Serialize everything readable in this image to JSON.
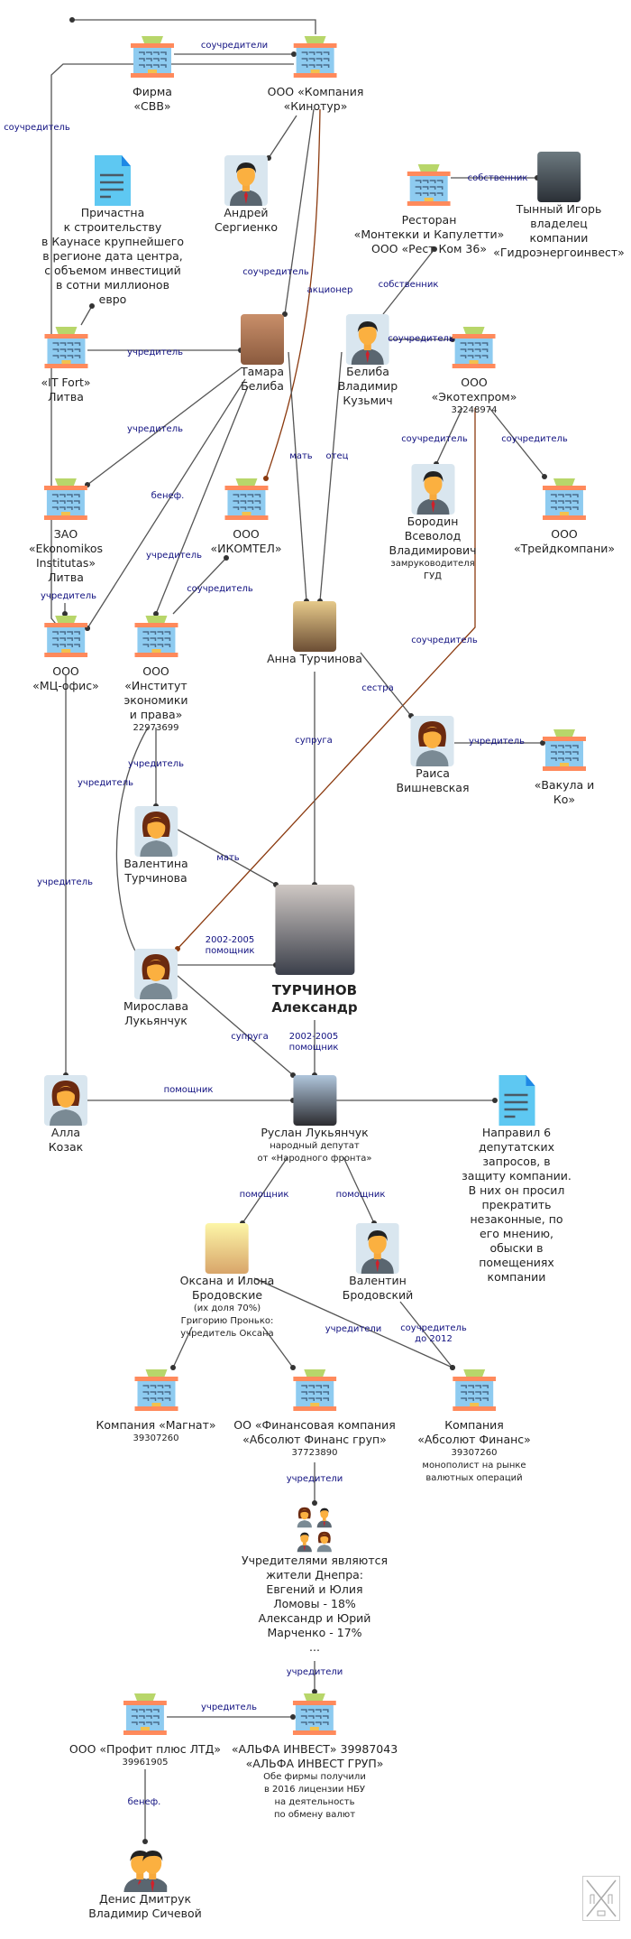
{
  "nodes": {
    "svv": {
      "type": "company",
      "label": "Фирма\n«СВВ»"
    },
    "kinotur": {
      "type": "company",
      "label": "ООО «Компания\n«Кинотур»"
    },
    "sergienko": {
      "type": "person-male",
      "label": "Андрей\nСергиенко"
    },
    "kaunas_note": {
      "type": "document",
      "label": "Причастна\nк строительству\nв Каунасе крупнейшего\nв регионе дата центра,\nс объемом инвестиций\nв сотни миллионов\nевро"
    },
    "restoran": {
      "type": "company",
      "label": "Ресторан\n«Монтекки и Капулетти»\nООО «Рест Ком 36»"
    },
    "tynny": {
      "type": "photo",
      "label": "Тынный Игорь\nвладелец\nкомпании\n«Гидроэнергоинвест»"
    },
    "itfort": {
      "type": "company",
      "label": "«IT Fort»\nЛитва"
    },
    "tamara": {
      "type": "photo",
      "label": "Тамара\nБелиба"
    },
    "vladimir_beliba": {
      "type": "person-male",
      "label": "Белиба\nВладимир\nКузьмич"
    },
    "ekotehprom": {
      "type": "company",
      "label": "ООО\n«Экотехпром»",
      "sub": "32248974"
    },
    "ekonomikos": {
      "type": "company",
      "label": "ЗАО\n«Ekonomikos\nInstitutas»\nЛитва"
    },
    "ikomtel": {
      "type": "company",
      "label": "ООО\n«ИКОМТЕЛ»"
    },
    "borodin": {
      "type": "person-male",
      "label": "Бородин\nВсеволод\nВладимирович",
      "sub": "замруководителя\nГУД"
    },
    "treidkompani": {
      "type": "company",
      "label": "ООО\n«Трейдкомпани»"
    },
    "mts_ofis": {
      "type": "company",
      "label": "ООО\n«МЦ-офис»"
    },
    "institut": {
      "type": "company",
      "label": "ООО\n«Институт\nэкономики\nи права»",
      "sub": "22973699"
    },
    "anna": {
      "type": "photo",
      "label": "Анна Турчинова"
    },
    "raisa": {
      "type": "person-female",
      "label": "Раиса\nВишневская"
    },
    "vakula": {
      "type": "company",
      "label": "«Вакула и Ко»"
    },
    "valentina": {
      "type": "person-female",
      "label": "Валентина\nТурчинова"
    },
    "turchinov": {
      "type": "photo",
      "label": "ТУРЧИНОВ\nАлександр"
    },
    "miroslava": {
      "type": "person-female",
      "label": "Мирослава\nЛукьянчук"
    },
    "alla": {
      "type": "person-female",
      "label": "Алла\nКозак"
    },
    "ruslan": {
      "type": "photo",
      "label": "Руслан Лукьянчук",
      "sub": "народный депутат\nот «Народного фронта»"
    },
    "deputy_note": {
      "type": "document",
      "label": "Направил 6 депутатских\nзапросов, в защиту компании.\nВ них он просил прекратить\nнезаконные, по его мнению,\nобыски в помещениях компании"
    },
    "oksana": {
      "type": "photo",
      "label": "Оксана и Илона\nБродовские",
      "sub": "(их доля 70%)\nГригорию Пронько:\nучредитель Оксана"
    },
    "valentin": {
      "type": "person-male",
      "label": "Валентин\nБродовский"
    },
    "magnat": {
      "type": "company",
      "label": "Компания «Магнат»",
      "sub": "39307260"
    },
    "absolut_grup": {
      "type": "company",
      "label": "ОО «Финансовая компания\n«Абсолют Финанс груп»",
      "sub": "37723890"
    },
    "absolut_finans": {
      "type": "company",
      "label": "Компания\n«Абсолют Финанс»",
      "sub": "39307260\nмонополист на рынке\nвалютных операций"
    },
    "dnipro_group": {
      "type": "group",
      "label": "Учредителями являются\nжители Днепра:\nЕвгений и Юлия\nЛомовы - 18%\nАлександр и Юрий\nМарченко - 17%\n..."
    },
    "profit": {
      "type": "company",
      "label": "ООО «Профит плюс ЛТД»",
      "sub": "39961905"
    },
    "alfa": {
      "type": "company",
      "label": "«АЛЬФА ИНВЕСТ» 39987043\n«АЛЬФА ИНВЕСТ ГРУП»",
      "sub": "Обе фирмы получили\nв 2016 лицензии НБУ\nна деятельность\nпо обмену валют"
    },
    "dmitruk": {
      "type": "two-men",
      "label": "Денис Дмитрук\nВладимир Сичевой"
    }
  },
  "edge_labels": {
    "svv_kinotur": "соучредители",
    "mts_kinotur": "соучредитель",
    "itfort_tamara": "учредитель",
    "tamara_kinotur": "соучредитель",
    "ikomtel_kinotur": "акционер",
    "vladimir_restoran": "собственник",
    "restoran_tynny": "собственник",
    "vladimir_ekotehprom": "соучредитель",
    "tamara_ekonomikos": "учредитель",
    "tamara_mts": "бенеф.",
    "tamara_institut": "учредитель",
    "anna_tamara": "мать",
    "anna_vladimir": "отец",
    "ekotehprom_borodin": "соучредитель",
    "ekotehprom_treid": "соучредитель",
    "ekonomikos_mts": "учредитель",
    "ikomtel_institut": "соучредитель",
    "miroslava_ekotehprom": "соучредитель",
    "anna_raisa": "сестра",
    "raisa_vakula": "учредитель",
    "anna_turchinov": "супруга",
    "institut_valentina": "учредитель",
    "institut_miroslava": "учредитель",
    "mts_alla": "учредитель",
    "valentina_turchinov": "мать",
    "miroslava_turchinov": "2002-2005\nпомощник",
    "miroslava_ruslan": "супруга",
    "turchinov_ruslan": "2002-2005\nпомощник",
    "alla_ruslan": "помощник",
    "ruslan_oksana": "помощник",
    "ruslan_valentin": "помощник",
    "oksana_absolut": "учредители",
    "valentin_absolut": "соучредитель\nдо 2012",
    "grup_dnipro": "учредители",
    "dnipro_alfa": "учредители",
    "profit_alfa": "учредитель",
    "profit_dmitruk": "бенеф."
  },
  "colors": {
    "edge": "#555555",
    "edge_highlight": "#8b3a0f",
    "edge_label": "#101080",
    "building_body": "#8ecbf0",
    "building_trim": "#ff8a5c",
    "building_roof": "#b8d66a",
    "document": "#5ec8f2"
  }
}
